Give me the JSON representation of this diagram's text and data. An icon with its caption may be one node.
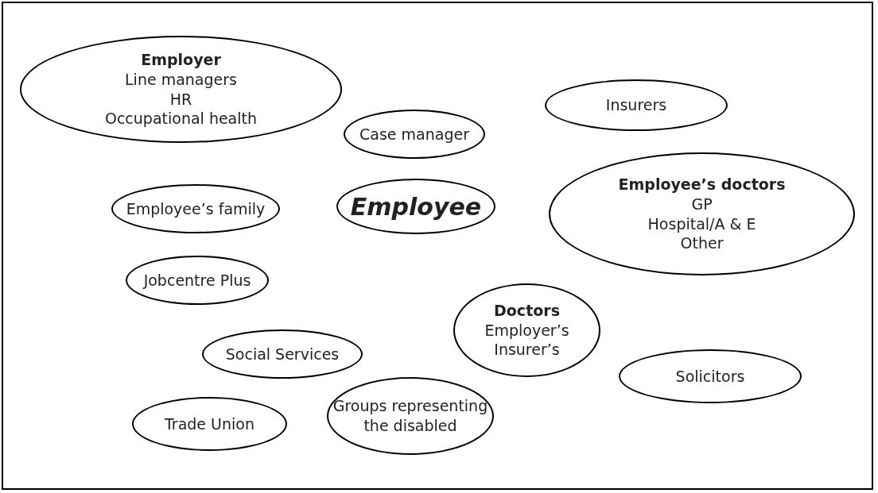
{
  "diagram": {
    "nodes": [
      {
        "text": [
          "Employer",
          "Line managers",
          "HR",
          "Occupational health"
        ]
      },
      {
        "text": [
          "Insurers"
        ]
      },
      {
        "text": [
          "Case manager"
        ]
      },
      {
        "text": [
          "Employee’s family"
        ]
      },
      {
        "text": [
          "Employee"
        ]
      },
      {
        "text": [
          "Employee’s doctors",
          "GP",
          "Hospital/A & E",
          "Other"
        ]
      },
      {
        "text": [
          "Jobcentre Plus"
        ]
      },
      {
        "text": [
          "Doctors",
          "Employer’s",
          "Insurer’s"
        ]
      },
      {
        "text": [
          "Social Services"
        ]
      },
      {
        "text": [
          "Solicitors"
        ]
      },
      {
        "text": [
          "Trade Union"
        ]
      },
      {
        "text": [
          "Groups representing the disabled"
        ]
      }
    ],
    "edges": []
  }
}
